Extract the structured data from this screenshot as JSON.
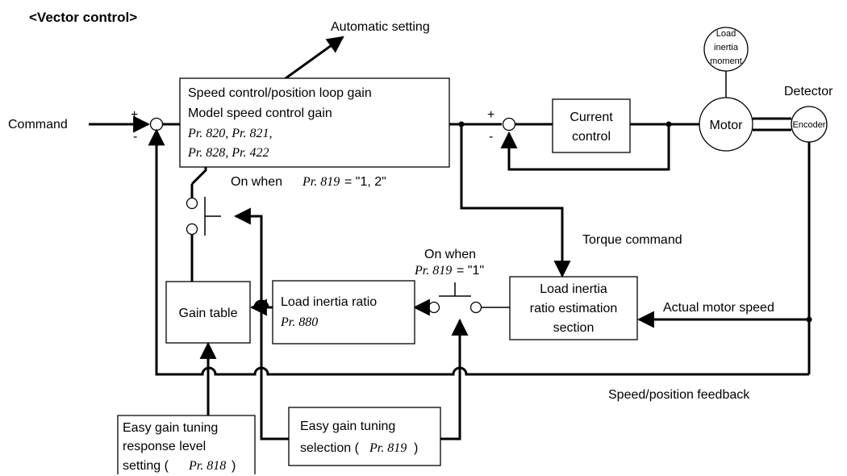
{
  "title": "<Vector control>",
  "labels": {
    "automatic_setting": "Automatic setting",
    "command": "Command",
    "detector": "Detector",
    "torque_command": "Torque command",
    "actual_motor_speed": "Actual motor speed",
    "speed_position_feedback": "Speed/position feedback",
    "plus": "+",
    "minus": "-"
  },
  "speed_block": {
    "line1": "Speed control/position loop gain",
    "line2": "Model speed control gain",
    "line3": "Pr. 820, Pr. 821,",
    "line4": "Pr. 828, Pr. 422"
  },
  "current_block": {
    "line1": "Current",
    "line2": "control"
  },
  "motor": {
    "label": "Motor",
    "inertia_line1": "Load",
    "inertia_line2": "inertia",
    "inertia_line3": "moment",
    "encoder": "Encoder"
  },
  "switch_upper": {
    "prefix": "On when ",
    "param": "Pr. 819",
    "suffix": " = \"1, 2\""
  },
  "switch_lower": {
    "line1": "On when",
    "param": "Pr. 819",
    "suffix": " = \"1\""
  },
  "estimation_block": {
    "line1": "Load inertia",
    "line2": "ratio estimation",
    "line3": "section"
  },
  "ratio_block": {
    "line1": "Load inertia ratio",
    "param": "Pr. 880"
  },
  "gain_table": {
    "label": "Gain table"
  },
  "tuning_selection": {
    "line1": "Easy gain tuning",
    "prefix": "selection (",
    "param": "Pr. 819",
    "suffix": " )"
  },
  "response_level": {
    "line1": "Easy gain tuning",
    "line2": "response level",
    "prefix": "setting (",
    "param": "Pr. 818",
    "suffix": " )"
  }
}
